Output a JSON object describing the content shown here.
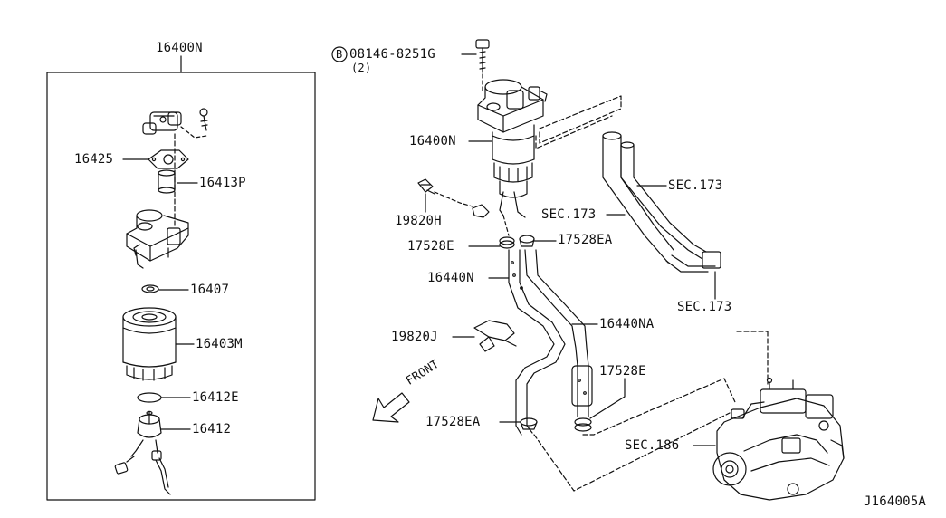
{
  "diagram": {
    "drawing_id": "J164005A",
    "assembly_label": "16400N",
    "bolt": {
      "circle_letter": "B",
      "part": "08146-8251G",
      "qty": "(2)"
    },
    "labels": {
      "p16400N_main": "16400N",
      "p16425": "16425",
      "p16413P": "16413P",
      "p16407": "16407",
      "p16403M": "16403M",
      "p16412E": "16412E",
      "p16412": "16412",
      "p19820H": "19820H",
      "p17528E_top": "17528E",
      "p17528EA_top": "17528EA",
      "p16440N": "16440N",
      "p16440NA": "16440NA",
      "p19820J": "19820J",
      "p17528E_low": "17528E",
      "p17528EA_low": "17528EA",
      "front": "FRONT",
      "sec173_a": "SEC.173",
      "sec173_b": "SEC.173",
      "sec173_c": "SEC.173",
      "sec186": "SEC.186"
    }
  }
}
